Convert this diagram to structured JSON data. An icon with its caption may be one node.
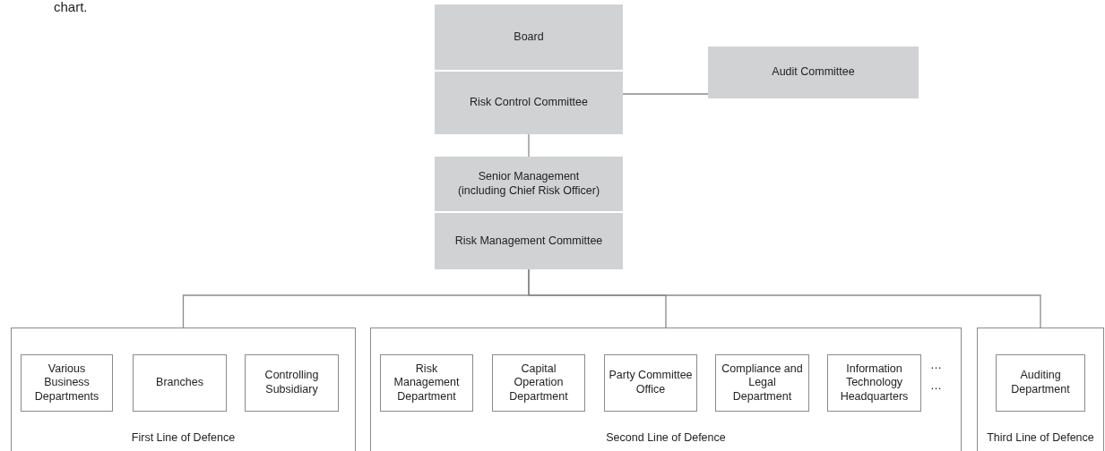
{
  "diagram": {
    "nodes": [
      {
        "text": [
          "Board"
        ]
      },
      {
        "text": [
          "Risk Control Committee"
        ]
      },
      {
        "text": [
          "Audit Committee"
        ]
      },
      {
        "text": [
          "Senior Management (including Chief Risk Officer)"
        ]
      },
      {
        "text": [
          "Risk Management Committee"
        ]
      },
      {
        "text": [
          "First Line of Defence"
        ]
      },
      {
        "text": [
          "Various Business Departments"
        ],
        "in": 5
      },
      {
        "text": [
          "Branches"
        ],
        "in": 5
      },
      {
        "text": [
          "Controlling Subsidiary"
        ],
        "in": 5
      },
      {
        "text": [
          "Second Line of Defence"
        ]
      },
      {
        "text": [
          "Risk Management Department"
        ],
        "in": 9
      },
      {
        "text": [
          "Capital Operation Department"
        ],
        "in": 9
      },
      {
        "text": [
          "Party Committee Office"
        ],
        "in": 9
      },
      {
        "text": [
          "Compliance and Legal Department"
        ],
        "in": 9
      },
      {
        "text": [
          "Information Technology Headquarters"
        ],
        "in": 9
      },
      {
        "text": [
          "Third Line of Defence"
        ]
      },
      {
        "text": [
          "Auditing Department"
        ],
        "in": 15
      }
    ],
    "edges": [
      {
        "from": 1,
        "to": 2,
        "arrow": "none"
      },
      {
        "from": 1,
        "to": 3,
        "arrow": "none"
      },
      {
        "from": 4,
        "to": 5,
        "arrow": "none"
      },
      {
        "from": 4,
        "to": 9,
        "arrow": "none"
      },
      {
        "from": 4,
        "to": 15,
        "arrow": "none"
      }
    ],
    "labels": [
      "chart.",
      "…",
      "…"
    ]
  }
}
